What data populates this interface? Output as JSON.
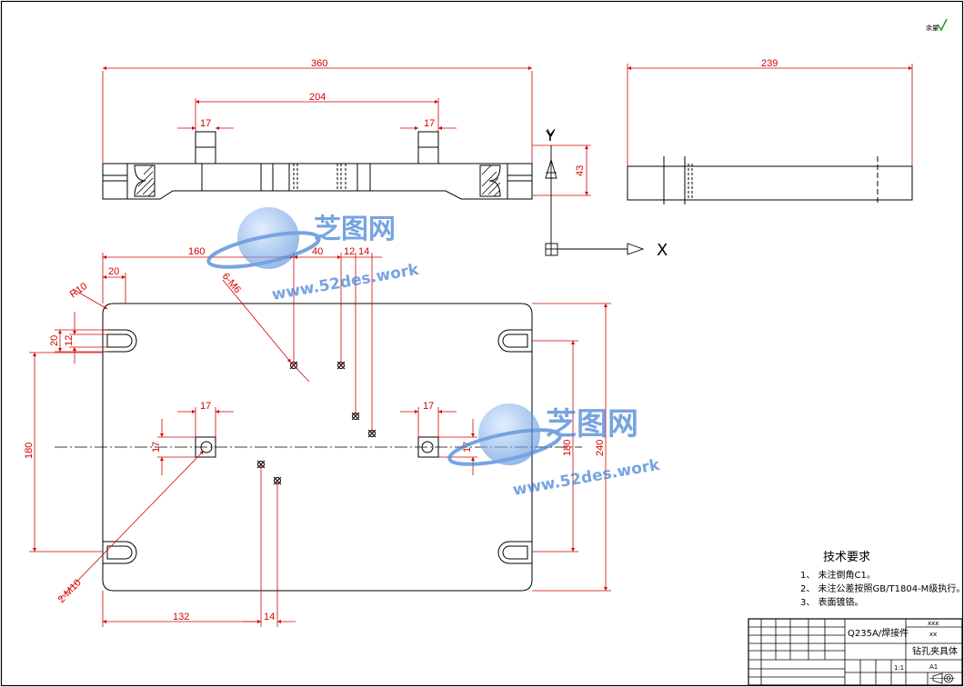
{
  "drawing": {
    "title": "钻孔夹具体",
    "material": "Q235A/焊接件",
    "sheet_size": "A1",
    "scale": "1:1",
    "drawing_no_top": "xxx",
    "drawing_no_bottom": "xx",
    "roughness_label": "余量",
    "axis_x": "X",
    "axis_y": "Y"
  },
  "dimensions": {
    "overall_length": "360",
    "inner_span": "204",
    "left_block_width": "17",
    "right_block_width": "17",
    "side_width": "239",
    "side_height": "43",
    "pos_160": "160",
    "pos_40": "40",
    "pos_12": "12",
    "pos_14_top": "14",
    "edge_20": "20",
    "radius": "R10",
    "tapped_holes": "6-M6",
    "slot_20": "20",
    "slot_12": "12",
    "left_180": "180",
    "right_180": "180",
    "right_240": "240",
    "left_block_17": "17",
    "left_block_17v": "17",
    "right_block_17": "17",
    "right_block_17v": "17",
    "holes_m10": "2-M10",
    "bottom_132": "132",
    "bottom_14": "14"
  },
  "technical_requirements": {
    "heading": "技术要求",
    "items": [
      "1、 未注倒角C1。",
      "2、 未注公差按照GB/T1804-M级执行。",
      "3、 表面镀铬。"
    ]
  },
  "watermark": {
    "brand": "芝图网",
    "url": "www.52des.work"
  },
  "colors": {
    "outline": "#000000",
    "dimension": "#d40000",
    "watermark": "#4a86d6",
    "background": "#ffffff"
  }
}
